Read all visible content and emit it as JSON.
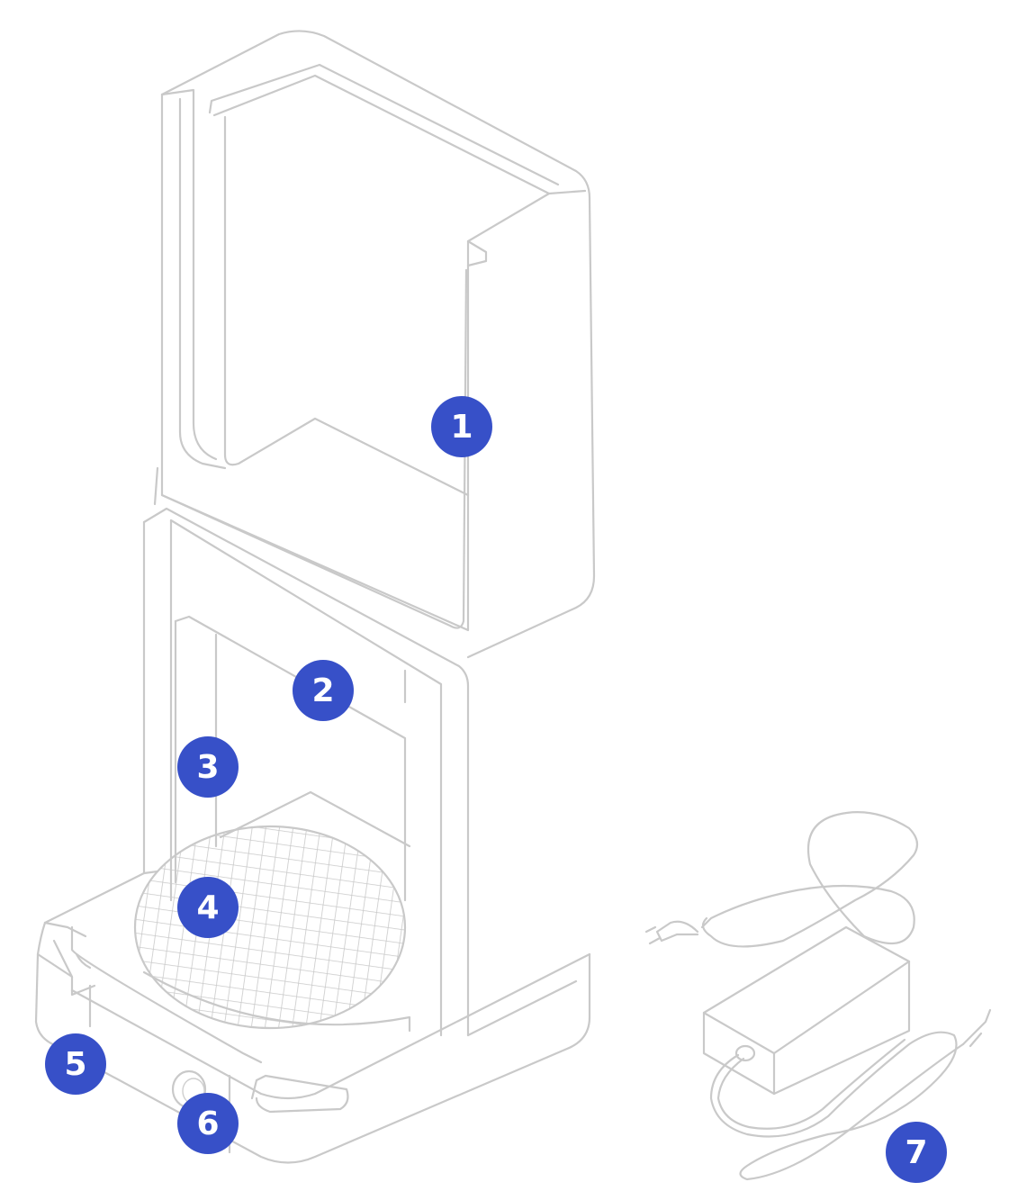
{
  "colors": {
    "callout_fill": "#3750c8",
    "callout_text": "#ffffff",
    "line": "#c9c9c9"
  },
  "callouts": [
    {
      "id": "callout-1",
      "label": "1"
    },
    {
      "id": "callout-2",
      "label": "2"
    },
    {
      "id": "callout-3",
      "label": "3"
    },
    {
      "id": "callout-4",
      "label": "4"
    },
    {
      "id": "callout-5",
      "label": "5"
    },
    {
      "id": "callout-6",
      "label": "6"
    },
    {
      "id": "callout-7",
      "label": "7"
    }
  ]
}
